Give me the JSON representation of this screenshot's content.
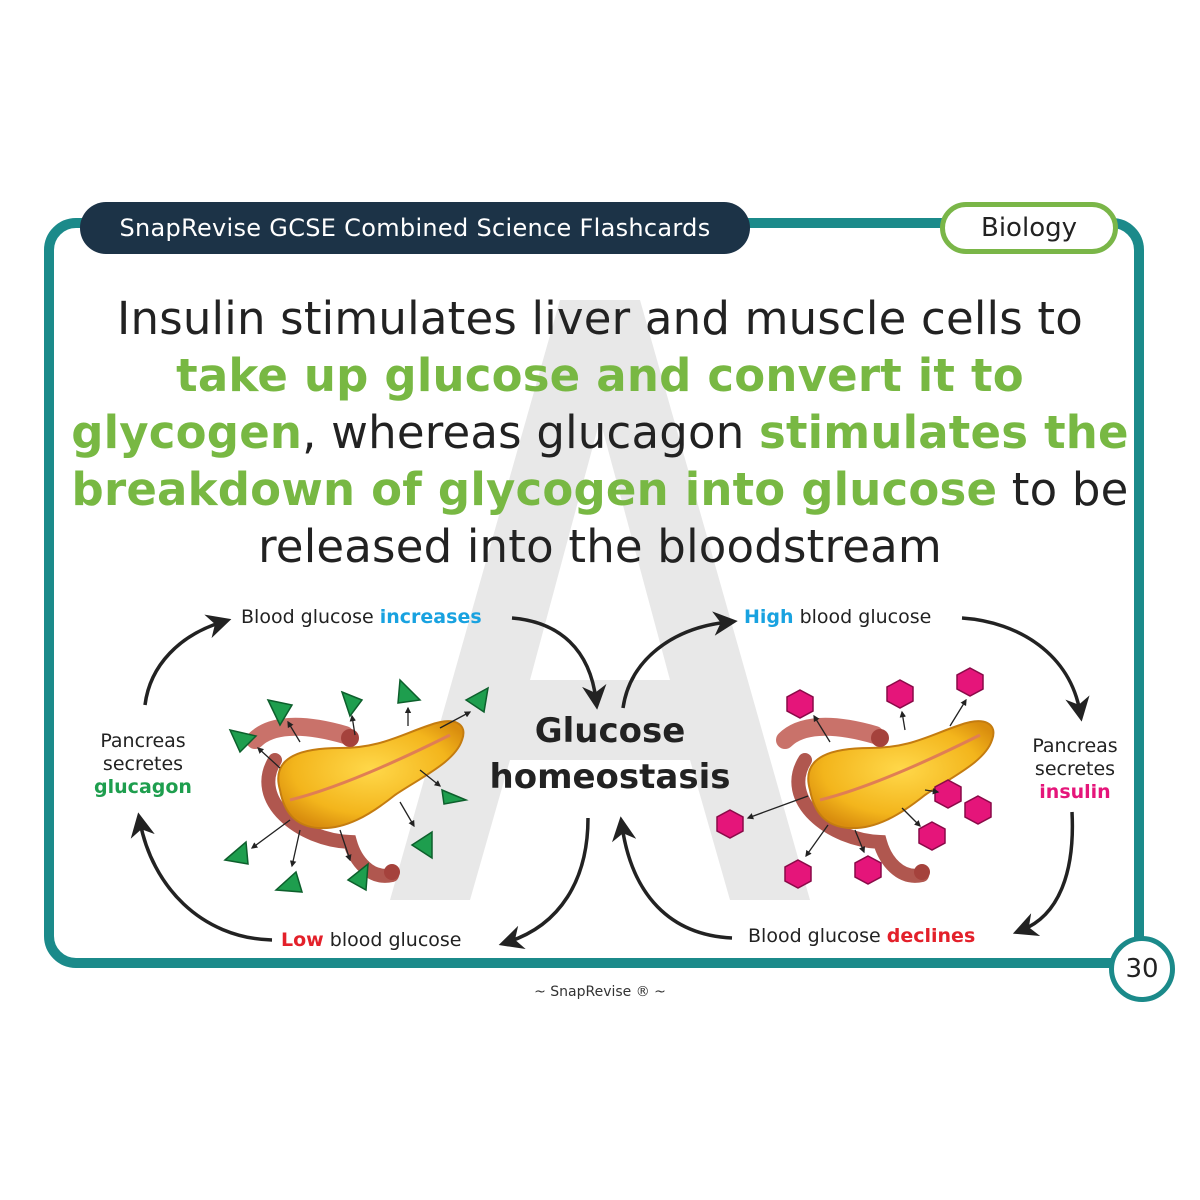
{
  "header": {
    "series_title": "SnapRevise GCSE Combined Science Flashcards",
    "subject": "Biology"
  },
  "statement": {
    "part1": "Insulin stimulates liver and muscle cells to ",
    "hl1": "take up glucose and convert it to glycogen",
    "part2": ", whereas glucagon ",
    "hl2": "stimulates the breakdown of glycogen into glucose",
    "part3": " to be released into the bloodstream"
  },
  "diagram": {
    "center_line1": "Glucose",
    "center_line2": "homeostasis",
    "left_top": {
      "prefix": "Blood glucose ",
      "emph": "increases"
    },
    "left_bottom": {
      "emph": "Low",
      "suffix": " blood glucose"
    },
    "left_side": {
      "line1": "Pancreas",
      "line2": "secretes",
      "emph": "glucagon"
    },
    "right_top": {
      "emph": "High",
      "suffix": " blood glucose"
    },
    "right_bottom": {
      "prefix": "Blood glucose ",
      "emph": "declines"
    },
    "right_side": {
      "line1": "Pancreas",
      "line2": "secretes",
      "emph": "insulin"
    }
  },
  "colors": {
    "teal_border": "#1b8a8a",
    "navy_header": "#1c3347",
    "green_highlight": "#78b843",
    "glucagon_green": "#1e9e4e",
    "insulin_pink": "#e5157a",
    "blue": "#18a2e0",
    "red": "#e3202a"
  },
  "icons": {
    "glucagon_marker": "green-triangle-icon",
    "insulin_marker": "pink-hexagon-icon",
    "organ": "pancreas-icon",
    "cycle_arrow": "curved-arrow-icon"
  },
  "page_number": "30",
  "footer": "~ SnapRevise ® ~"
}
